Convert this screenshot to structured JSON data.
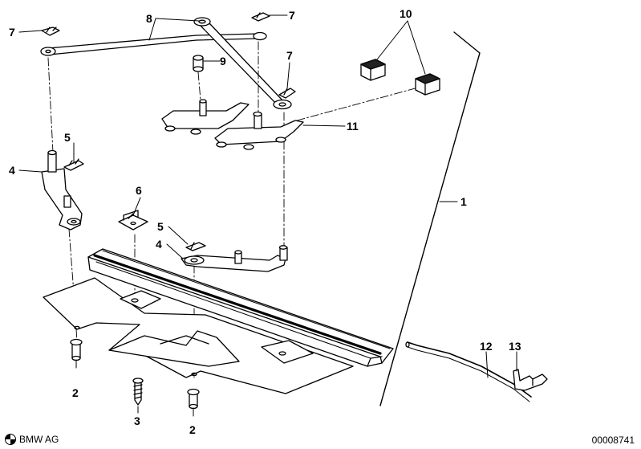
{
  "callouts": {
    "c1": "1",
    "c2a": "2",
    "c2b": "2",
    "c3": "3",
    "c4a": "4",
    "c4b": "4",
    "c5a": "5",
    "c5b": "5",
    "c6": "6",
    "c7a": "7",
    "c7b": "7",
    "c7c": "7",
    "c8": "8",
    "c9": "9",
    "c10": "10",
    "c11": "11",
    "c12": "12",
    "c13": "13"
  },
  "footer": {
    "brand": "BMW AG",
    "doc_number": "00008741",
    "logo_icon": "bmw-roundel-icon"
  }
}
